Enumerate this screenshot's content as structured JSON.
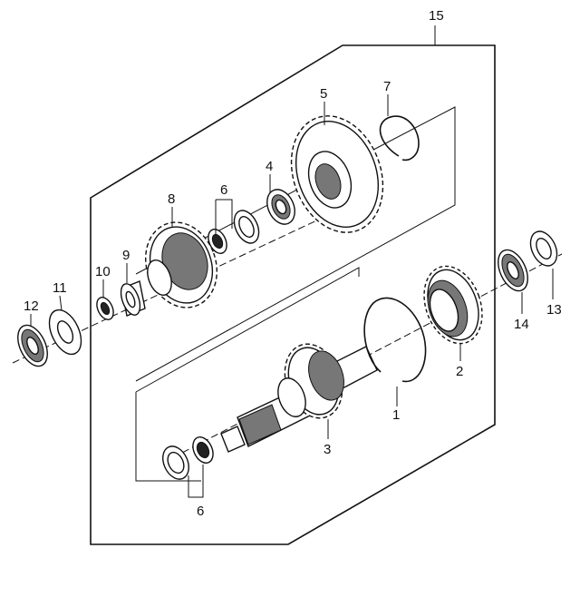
{
  "diagram": {
    "callouts": [
      {
        "id": "c1",
        "text": "1"
      },
      {
        "id": "c2",
        "text": "2"
      },
      {
        "id": "c3",
        "text": "3"
      },
      {
        "id": "c4",
        "text": "4"
      },
      {
        "id": "c5",
        "text": "5"
      },
      {
        "id": "c6a",
        "text": "6"
      },
      {
        "id": "c6b",
        "text": "6"
      },
      {
        "id": "c7",
        "text": "7"
      },
      {
        "id": "c8",
        "text": "8"
      },
      {
        "id": "c9",
        "text": "9"
      },
      {
        "id": "c10",
        "text": "10"
      },
      {
        "id": "c11",
        "text": "11"
      },
      {
        "id": "c12",
        "text": "12"
      },
      {
        "id": "c13",
        "text": "13"
      },
      {
        "id": "c14",
        "text": "14"
      },
      {
        "id": "c15",
        "text": "15"
      }
    ]
  }
}
